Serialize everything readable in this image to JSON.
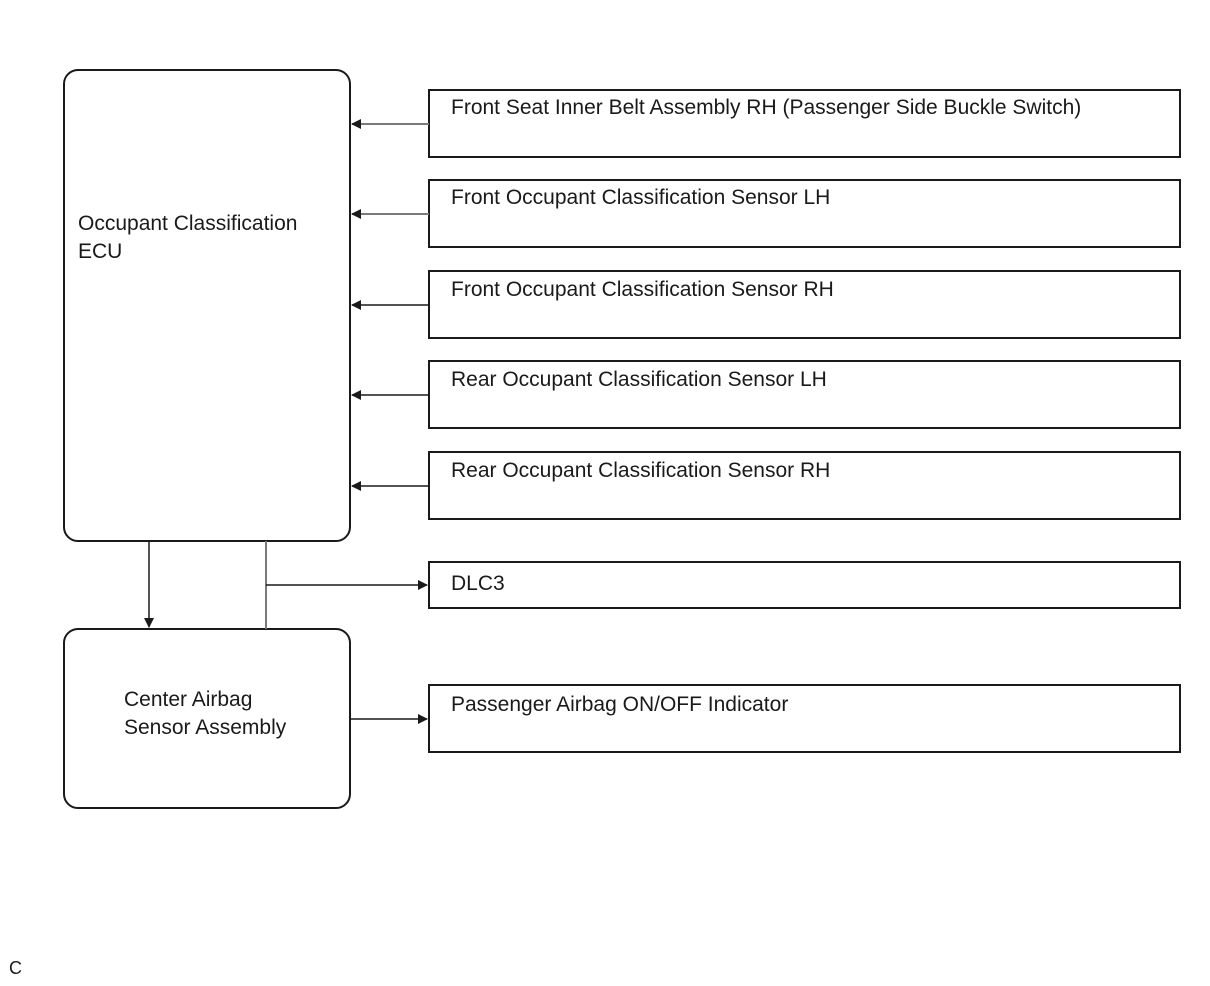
{
  "ecu": {
    "label_line1": "Occupant Classification",
    "label_line2": "ECU"
  },
  "airbag_sensor": {
    "label_line1": "Center Airbag",
    "label_line2": "Sensor Assembly"
  },
  "components": [
    {
      "label": "Front Seat Inner Belt Assembly RH (Passenger Side Buckle Switch)"
    },
    {
      "label": "Front Occupant Classification Sensor LH"
    },
    {
      "label": "Front Occupant Classification Sensor RH"
    },
    {
      "label": "Rear Occupant Classification Sensor LH"
    },
    {
      "label": "Rear Occupant Classification Sensor RH"
    },
    {
      "label": "DLC3"
    },
    {
      "label": "Passenger Airbag ON/OFF Indicator"
    }
  ],
  "footer": {
    "code": "C"
  },
  "colors": {
    "line": "#1a1a1a",
    "connector": "#7a7a7a",
    "background": "#ffffff"
  }
}
